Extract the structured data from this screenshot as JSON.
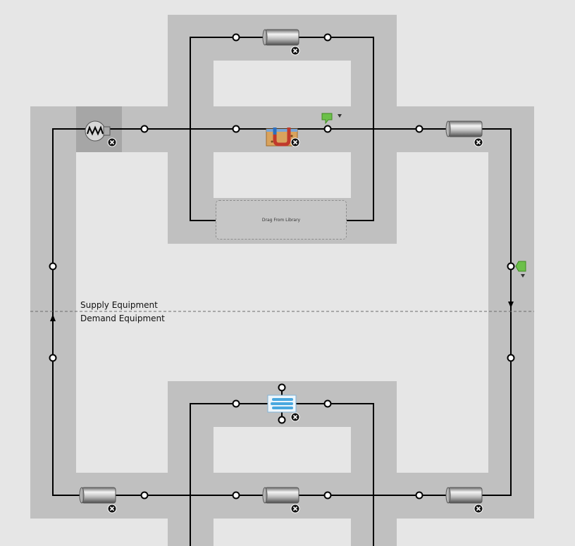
{
  "loop": {
    "supply_label": "Supply Equipment",
    "demand_label": "Demand Equipment",
    "drop_zone_label": "Drag From Library"
  },
  "components": [
    {
      "name": "boiler-component",
      "icon": "boiler-icon"
    },
    {
      "name": "supply-pipe-top-branch",
      "icon": "pipe-icon"
    },
    {
      "name": "heat-pump-component",
      "icon": "water-to-water-heat-pump-icon"
    },
    {
      "name": "supply-outlet-pipe",
      "icon": "pipe-icon"
    },
    {
      "name": "demand-inlet-pipe",
      "icon": "pipe-icon"
    },
    {
      "name": "demand-bypass-pipe",
      "icon": "pipe-icon"
    },
    {
      "name": "demand-outlet-pipe",
      "icon": "pipe-icon"
    },
    {
      "name": "heating-coil-component",
      "icon": "water-coil-icon"
    }
  ],
  "colors": {
    "background": "#e6e6e6",
    "loop_band": "#c0c0c0",
    "selected_band": "#a6a6a6",
    "line": "#000000",
    "setpoint_manager": "#6cc04a"
  }
}
